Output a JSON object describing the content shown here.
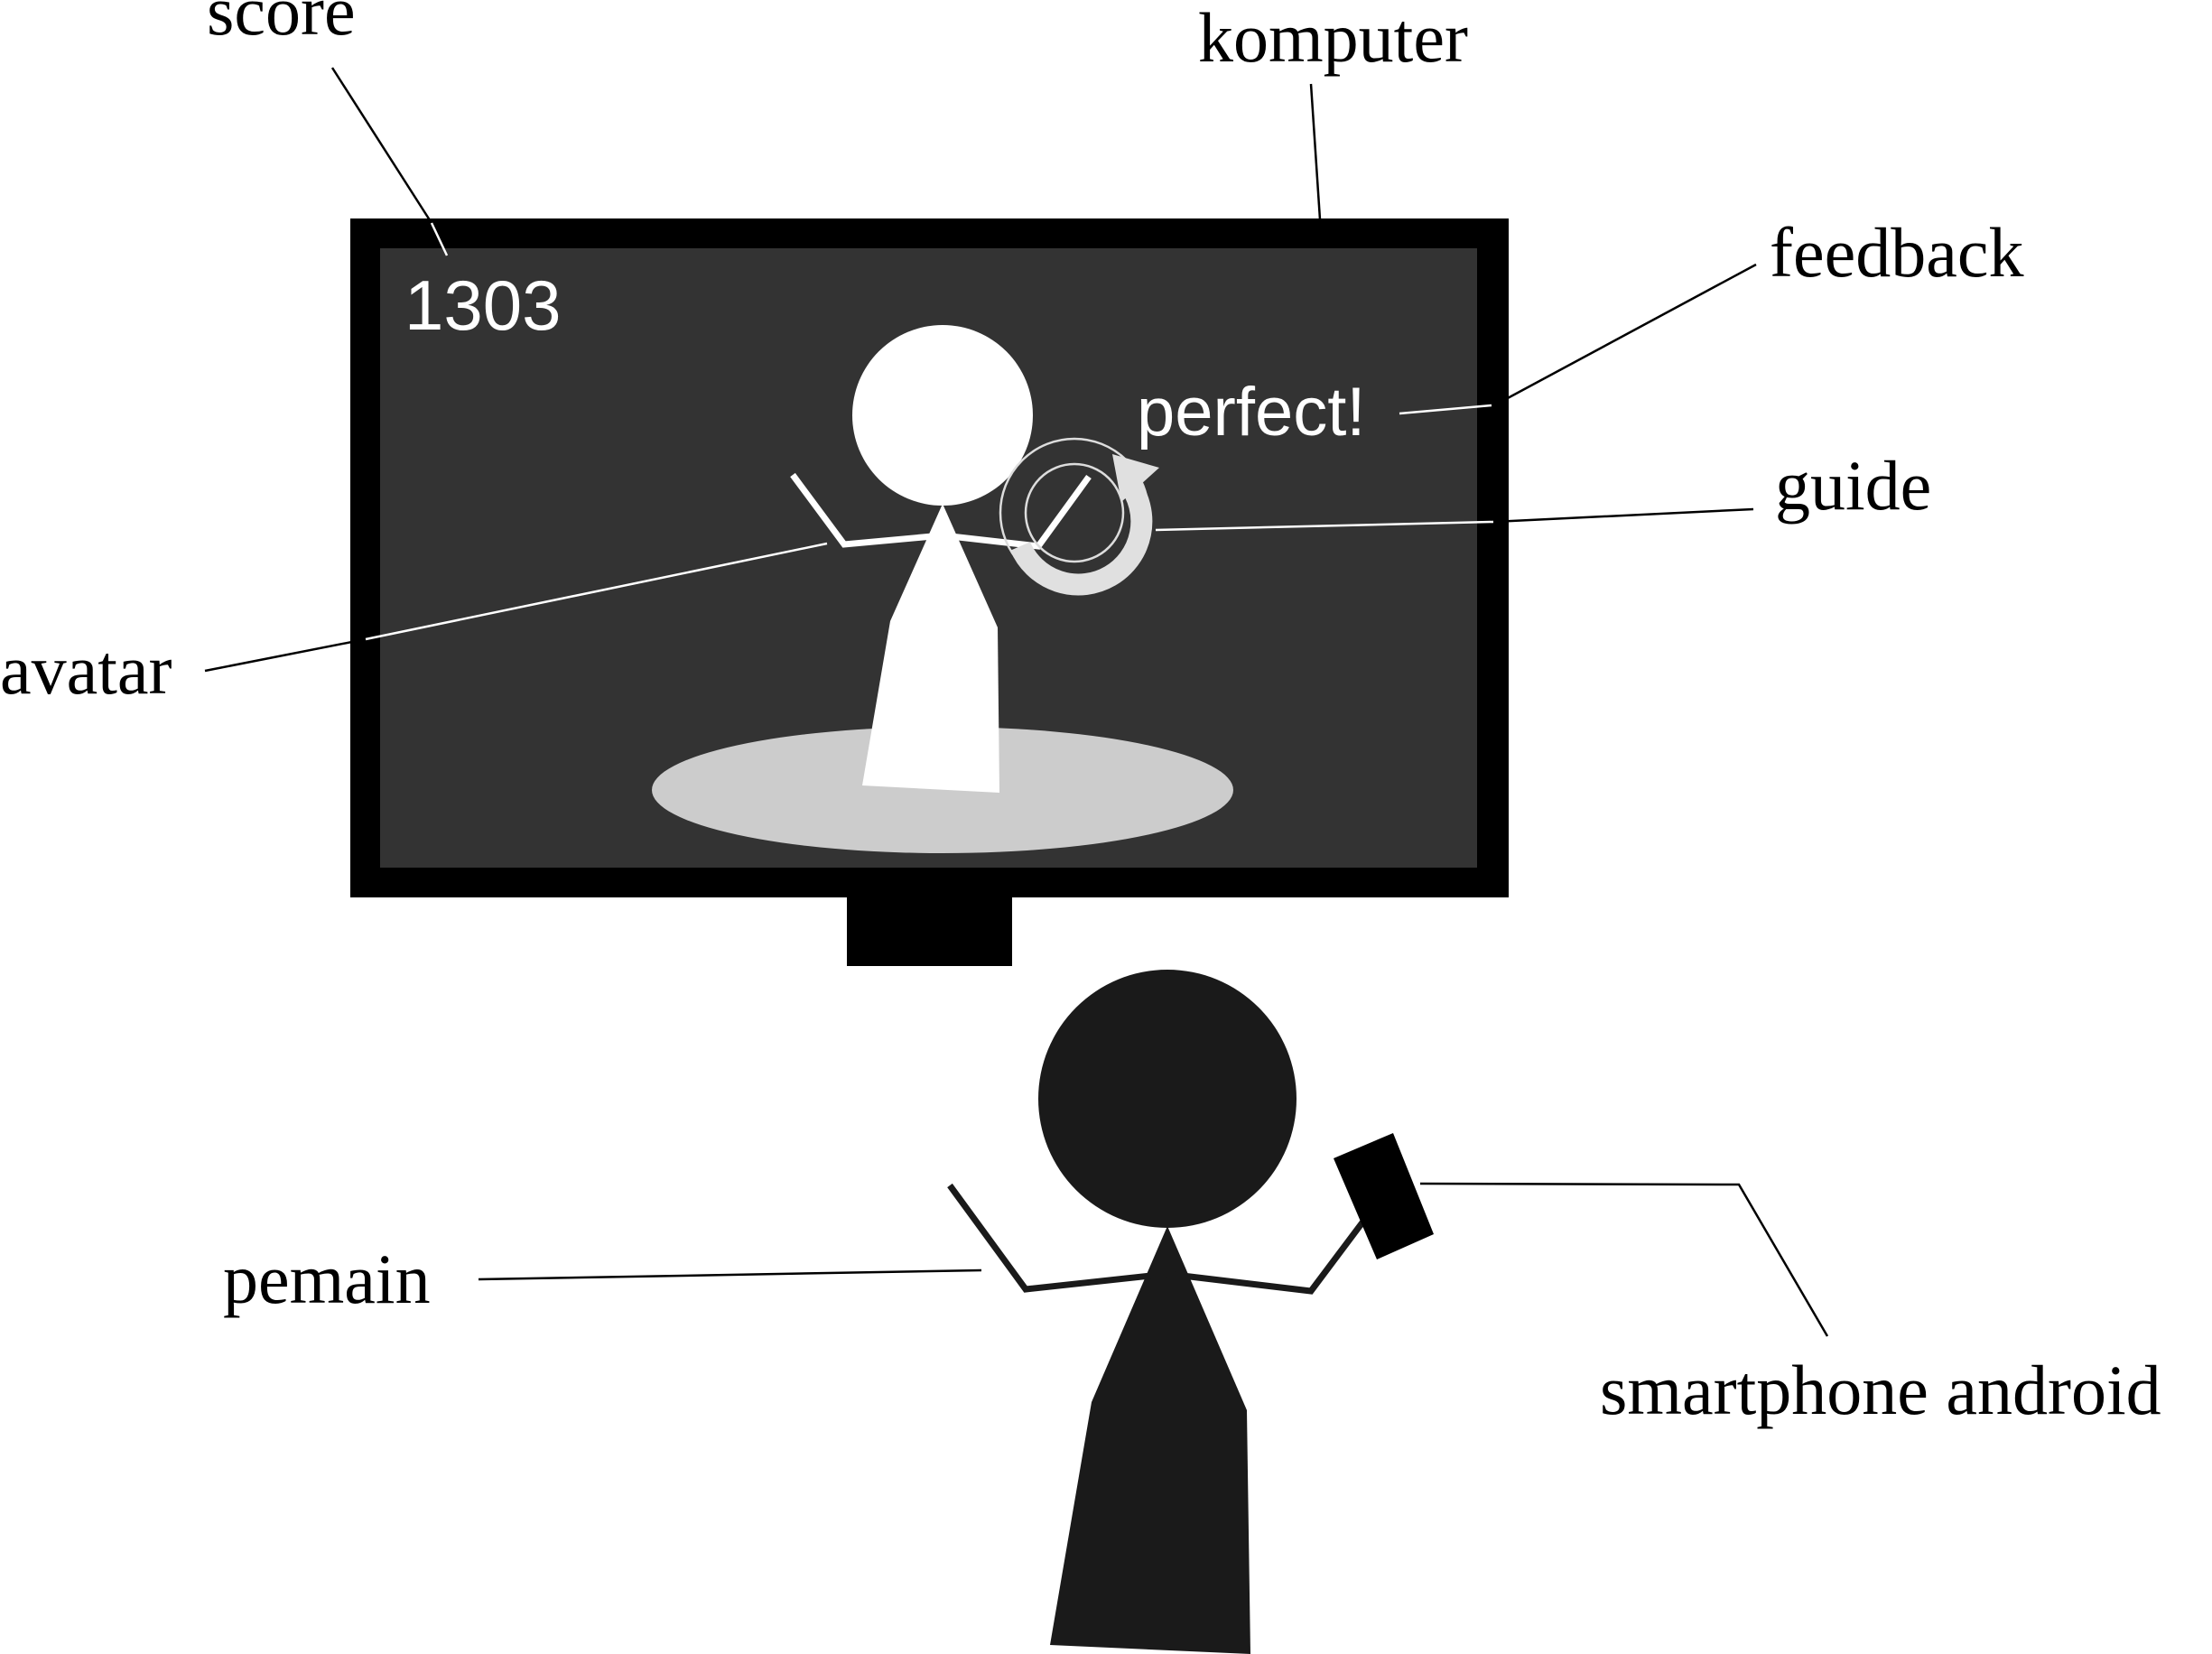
{
  "labels": {
    "score": "score",
    "komputer": "komputer",
    "feedback": "feedback",
    "guide": "guide",
    "avatar": "avatar",
    "pemain": "pemain",
    "smartphone": "smartphone android"
  },
  "screen": {
    "score_value": "1303",
    "feedback_text": "perfect!"
  },
  "colors": {
    "monitor_frame": "#000000",
    "screen_bg": "#333333",
    "avatar": "#ffffff",
    "platform": "#cccccc",
    "guide": "#e0e0e0",
    "player": "#1a1a1a",
    "phone": "#000000"
  }
}
